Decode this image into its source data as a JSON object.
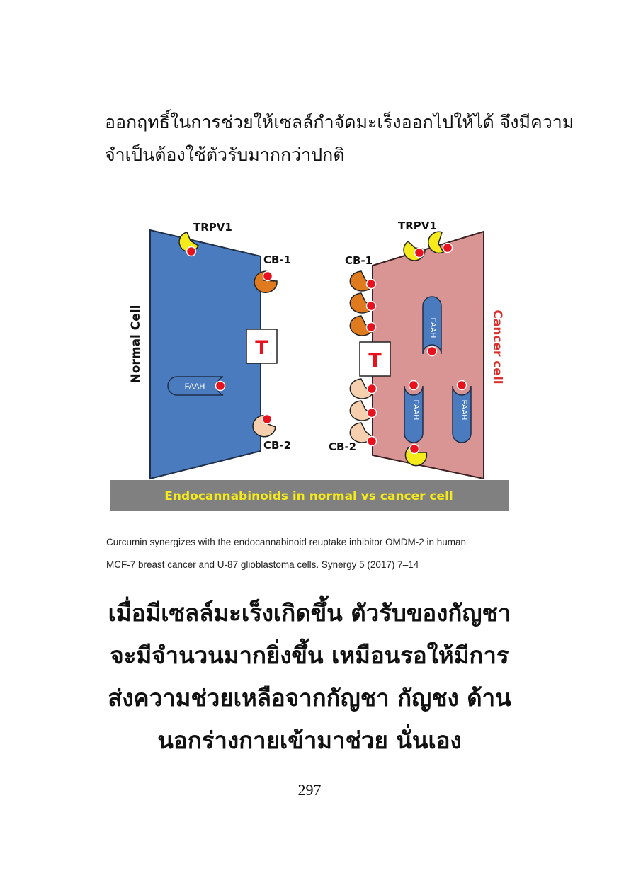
{
  "intro": {
    "lines": [
      "ออกฤทธิ์ในการช่วยให้เซลล์กำจัดมะเร็งออกไปให้ได้ จึงมีความ",
      "จำเป็นต้องใช้ตัวรับมากกว่าปกติ"
    ]
  },
  "figure": {
    "normal_cell_label": "Normal Cell",
    "cancer_cell_label": "Cancer cell",
    "trpv1_label": "TRPV1",
    "cb1_label": "CB-1",
    "cb2_label": "CB-2",
    "t_label": "T",
    "faah_label": "FAAH",
    "banner": "Endocannabinoids in normal vs cancer cell",
    "colors": {
      "normal_cell": "#4a7bbf",
      "cancer_cell": "#d99594",
      "trpv1": "#f5ea1a",
      "cb1": "#e07a1e",
      "cb2": "#f5cfae",
      "dot": "#e8121f",
      "banner_bg": "#808080",
      "banner_text": "#f5ea1a",
      "cancer_label": "#d9302c"
    }
  },
  "caption": {
    "lines": [
      "Curcumin synergizes with the endocannabinoid reuptake inhibitor OMDM-2 in human",
      "MCF-7 breast cancer and U-87 glioblastoma cells. Synergy 5 (2017) 7–14"
    ]
  },
  "headline": {
    "lines": [
      "เมื่อมีเซลล์มะเร็งเกิดขึ้น ตัวรับของกัญชา",
      "จะมีจำนวนมากยิ่งขึ้น เหมือนรอให้มีการ",
      "ส่งความช่วยเหลือจากกัญชา กัญชง ด้าน",
      "นอกร่างกายเข้ามาช่วย นั่นเอง"
    ]
  },
  "page_number": "297"
}
